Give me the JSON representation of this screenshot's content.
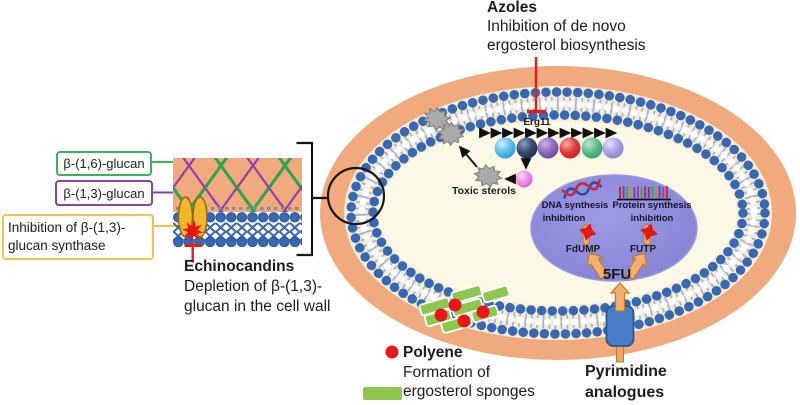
{
  "azoles": {
    "title": "Azoles",
    "line1": "Inhibition of de novo",
    "line2": "ergosterol biosynthesis"
  },
  "boxes": {
    "b16": "β-(1,6)-glucan",
    "b13": "β-(1,3)-glucan",
    "synthase_line1": "Inhibition of β-(1,3)-",
    "synthase_line2": "glucan synthase"
  },
  "echinocandins": {
    "title": "Echinocandins",
    "line1": "Depletion of β-(1,3)-",
    "line2": "glucan in the cell wall"
  },
  "cell": {
    "erg11": "Erg11",
    "toxic_sterols": "Toxic sterols"
  },
  "nucleus": {
    "dna_line1": "DNA synthesis",
    "dna_line2": "inhibition",
    "protein_line1": "Protein synthesis",
    "protein_line2": "inhibition",
    "fdump": "FdUMP",
    "futp": "FUTP",
    "fu5": "5FU"
  },
  "legend": {
    "polyene_title": "Polyene",
    "polyene_line1": "Formation of",
    "polyene_line2": "ergosterol sponges"
  },
  "pyrimidine": {
    "line1": "Pyrimidine",
    "line2": "analogues"
  },
  "colors": {
    "cell_wall": "#F0AA7E",
    "membrane_blue": "#3A68B0",
    "membrane_band": "#F5EDDB",
    "cytoplasm": "#FBF9E6",
    "nucleus": "#8785D8",
    "inhibition_red": "#E02020",
    "polyene_red": "#E81818",
    "sponge_green": "#8DC750",
    "arrow_orange": "#F5AF6C",
    "synthase_yellow": "#F2B52E",
    "box_green": "#3CB25A",
    "box_purple": "#8B3FA8",
    "box_yellow": "#F2C14E"
  }
}
